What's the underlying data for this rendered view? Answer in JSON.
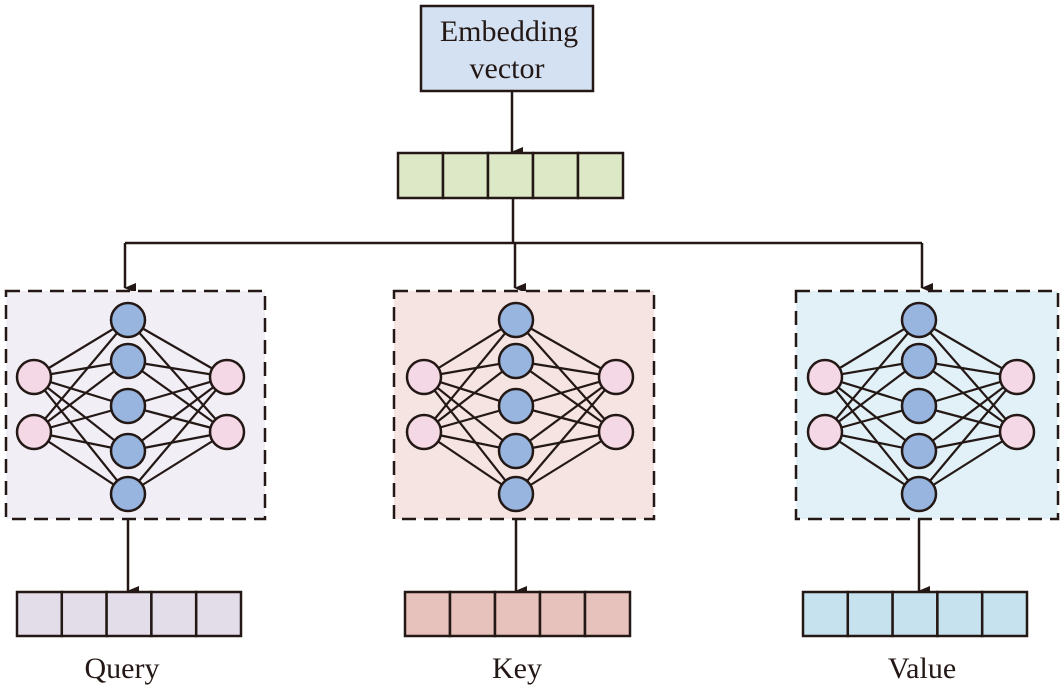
{
  "title_box": {
    "line1": "Embedding",
    "line2": "vector",
    "fill": "#d4e1f2"
  },
  "embedding_vector": {
    "cells": 5,
    "fill": "#dde8c6"
  },
  "line_color": "#231815",
  "networks": [
    {
      "id": "query",
      "label": "Query",
      "bg": "#f1eef5",
      "output_fill": "#e3dde9",
      "input_nodes": 2,
      "hidden_nodes": 5,
      "output_nodes": 2
    },
    {
      "id": "key",
      "label": "Key",
      "bg": "#f5e4e2",
      "output_fill": "#e7c1bb",
      "input_nodes": 2,
      "hidden_nodes": 5,
      "output_nodes": 2
    },
    {
      "id": "value",
      "label": "Value",
      "bg": "#e2f1f7",
      "output_fill": "#c5e2ee",
      "input_nodes": 2,
      "hidden_nodes": 5,
      "output_nodes": 2
    }
  ],
  "node_colors": {
    "io": "#f5d8e6",
    "hidden": "#98b5df"
  },
  "output_vector_cells": 5
}
